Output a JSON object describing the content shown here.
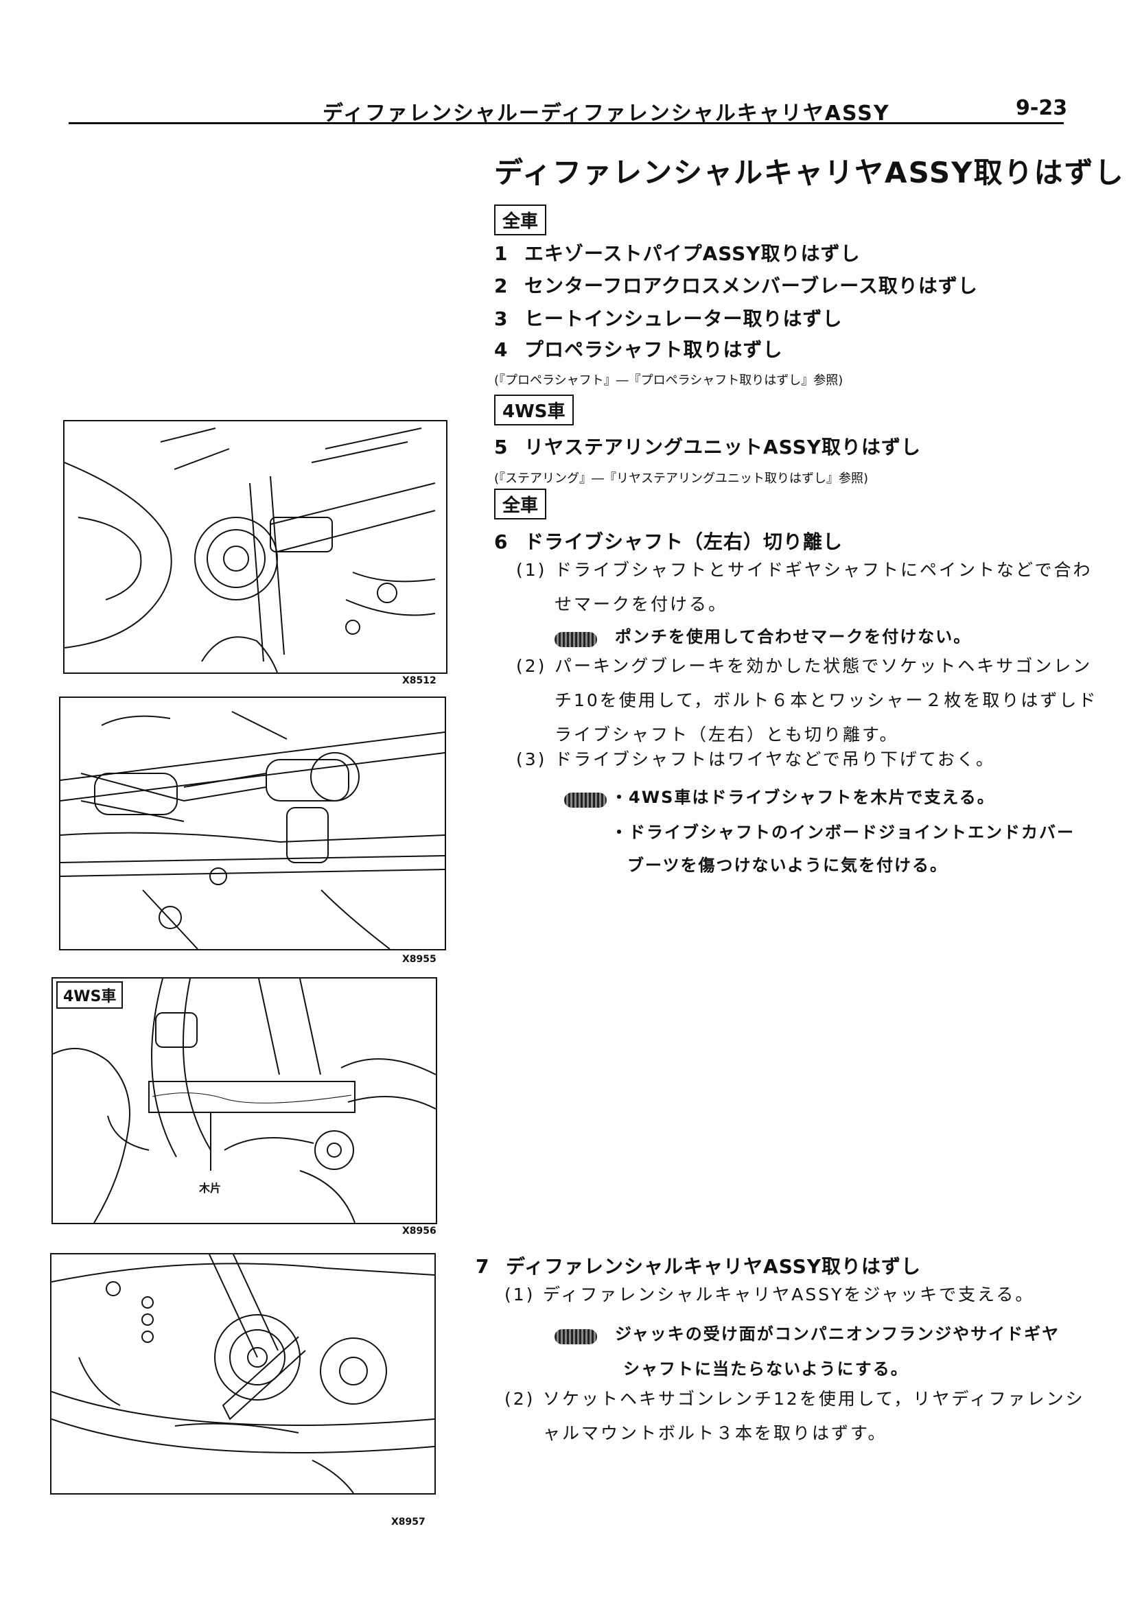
{
  "header": {
    "title": "ディファレンシャルーディファレンシャルキャリヤASSY",
    "page_number": "9-23"
  },
  "section": {
    "title": "ディファレンシャルキャリヤASSY取りはずし"
  },
  "tags": {
    "all_vehicles_1": "全車",
    "four_ws": "4WS車",
    "all_vehicles_2": "全車"
  },
  "steps": [
    {
      "num": "1",
      "text": "エキゾーストパイプASSY取りはずし"
    },
    {
      "num": "2",
      "text": "センターフロアクロスメンバーブレース取りはずし"
    },
    {
      "num": "3",
      "text": "ヒートインシュレーター取りはずし"
    },
    {
      "num": "4",
      "text": "プロペラシャフト取りはずし"
    },
    {
      "num": "5",
      "text": "リヤステアリングユニットASSY取りはずし"
    },
    {
      "num": "6",
      "text": "ドライブシャフト（左右）切り離し"
    },
    {
      "num": "7",
      "text": "ディファレンシャルキャリヤASSY取りはずし"
    }
  ],
  "refs": {
    "step4": "(『プロペラシャフト』―『プロペラシャフト取りはずし』参照)",
    "step5": "(『ステアリング』―『リヤステアリングユニット取りはずし』参照)"
  },
  "step6": {
    "p1_num": "(1)",
    "p1_line1": "ドライブシャフトとサイドギヤシャフトにペイントなどで合わ",
    "p1_line2": "せマークを付ける。",
    "note1": "ポンチを使用して合わせマークを付けない。",
    "p2_num": "(2)",
    "p2_line1": "パーキングブレーキを効かした状態でソケットヘキサゴンレン",
    "p2_line2": "チ10を使用して，ボルト６本とワッシャー２枚を取りはずしド",
    "p2_line3": "ライブシャフト（左右）とも切り離す。",
    "p3_num": "(3)",
    "p3_line1": "ドライブシャフトはワイヤなどで吊り下げておく。",
    "note2_line1": "・4WS車はドライブシャフトを木片で支える。",
    "note2_line2": "・ドライブシャフトのインボードジョイントエンドカバー",
    "note2_line3": "ブーツを傷つけないように気を付ける。"
  },
  "step7": {
    "p1_num": "(1)",
    "p1_line1": "ディファレンシャルキャリヤASSYをジャッキで支える。",
    "note1_line1": "ジャッキの受け面がコンパニオンフランジやサイドギヤ",
    "note1_line2": "シャフトに当たらないようにする。",
    "p2_num": "(2)",
    "p2_line1": "ソケットヘキサゴンレンチ12を使用して，リヤディファレンシ",
    "p2_line2": "ャルマウントボルト３本を取りはずす。"
  },
  "figures": [
    {
      "code": "X8512"
    },
    {
      "code": "X8955"
    },
    {
      "code": "X8956",
      "tag": "4WS車",
      "label": "木片"
    },
    {
      "code": "X8957"
    }
  ]
}
